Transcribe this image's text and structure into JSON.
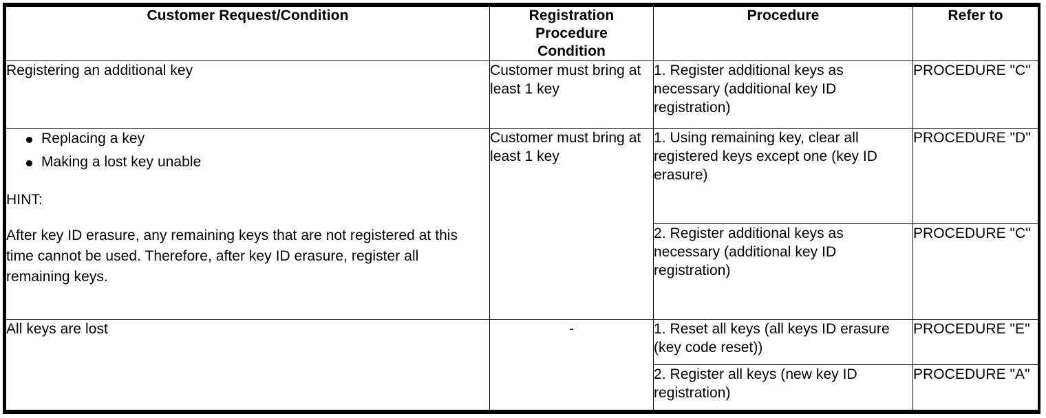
{
  "document": {
    "kind": "key-registration-procedure-table"
  },
  "table": {
    "headers": {
      "request": "Customer Request/Condition",
      "condition_line1": "Registration",
      "condition_line2": "Procedure",
      "condition_line3": "Condition",
      "procedure": "Procedure",
      "refer_to": "Refer to"
    },
    "rows": [
      {
        "request": {
          "text": "Registering an additional key"
        },
        "condition": "Customer must bring at least 1 key",
        "steps": [
          {
            "procedure": "1. Register additional keys as necessary (additional key ID registration)",
            "refer_to": "PROCEDURE \"C\""
          }
        ]
      },
      {
        "request": {
          "bullets": [
            "Replacing a key",
            "Making a lost key unable"
          ],
          "hint_label": "HINT:",
          "hint_body": "After key ID erasure, any remaining keys that are not registered at this time cannot be used. Therefore, after key ID erasure, register all remaining keys."
        },
        "condition": "Customer must bring at least 1 key",
        "steps": [
          {
            "procedure": "1. Using remaining key, clear all registered keys except one (key ID erasure)",
            "refer_to": "PROCEDURE \"D\""
          },
          {
            "procedure": "2. Register additional keys as necessary (additional key ID registration)",
            "refer_to": "PROCEDURE \"C\""
          }
        ]
      },
      {
        "request": {
          "text": "All keys are lost"
        },
        "condition": "-",
        "steps": [
          {
            "procedure": "1. Reset all keys (all keys ID erasure (key code reset))",
            "refer_to": "PROCEDURE \"E\""
          },
          {
            "procedure": "2. Register all keys (new key ID registration)",
            "refer_to": "PROCEDURE \"A\""
          }
        ]
      }
    ]
  },
  "colors": {
    "border": "#000000",
    "text": "#000000",
    "background": "#ffffff"
  }
}
